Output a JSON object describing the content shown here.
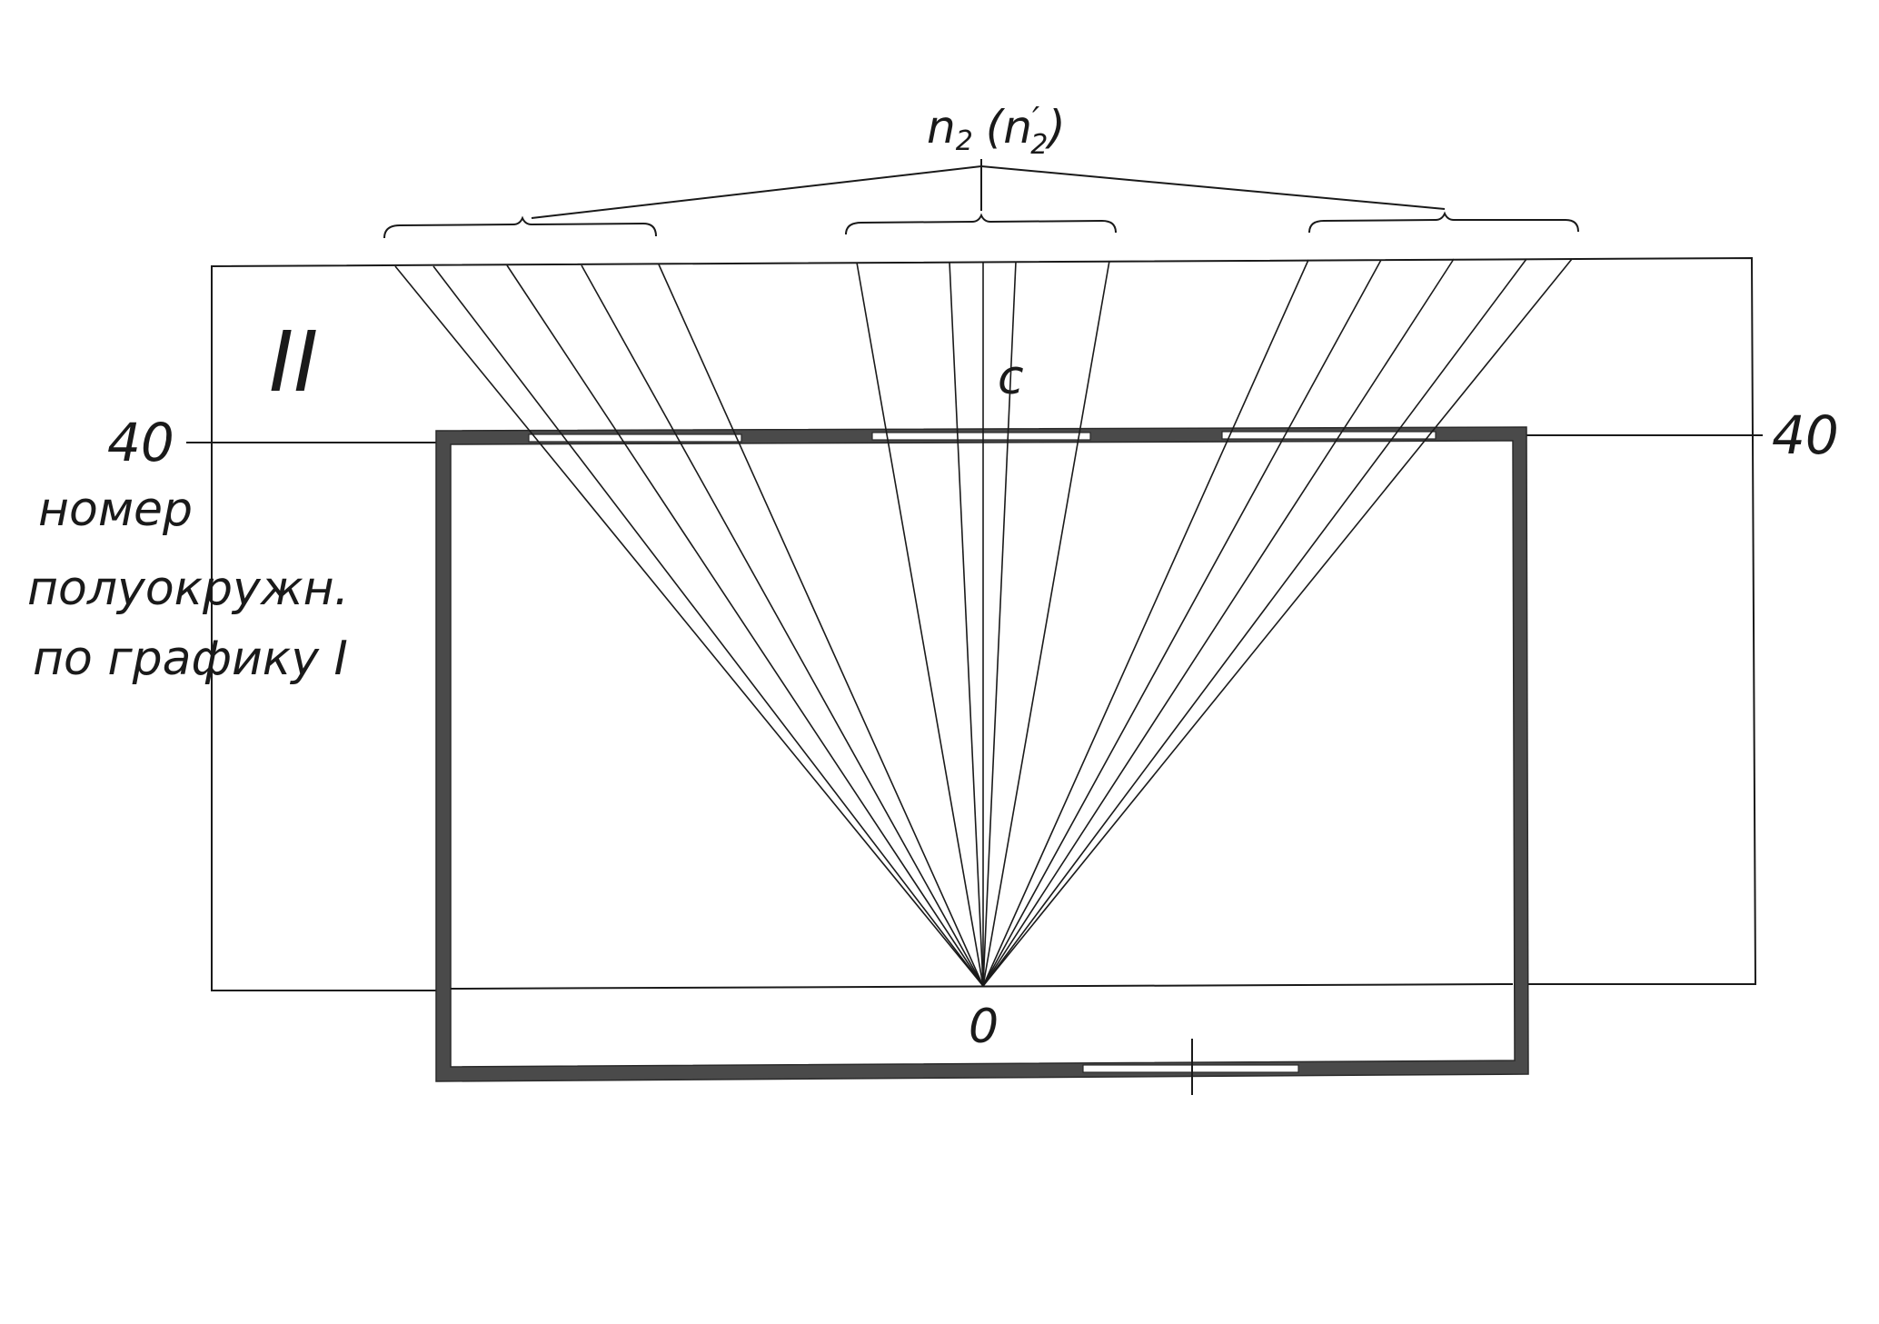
{
  "diagram": {
    "top_label": "n",
    "top_label_sub": "2",
    "top_label_paren_open": "(n",
    "top_label_paren_prime": "′",
    "top_label_paren_sub": "2",
    "top_label_paren_close": ")",
    "graph_number": "II",
    "left_level": "40",
    "right_level": "40",
    "note_line1": "номер",
    "note_line2": "полуокружн.",
    "note_line3": "по графику I",
    "center_point": "c",
    "origin_point": "0",
    "ray_groups": 3,
    "rays_per_group": 5
  },
  "colors": {
    "line": "#1a1a1a",
    "wall": "#4a4a4a",
    "background": "#ffffff"
  }
}
